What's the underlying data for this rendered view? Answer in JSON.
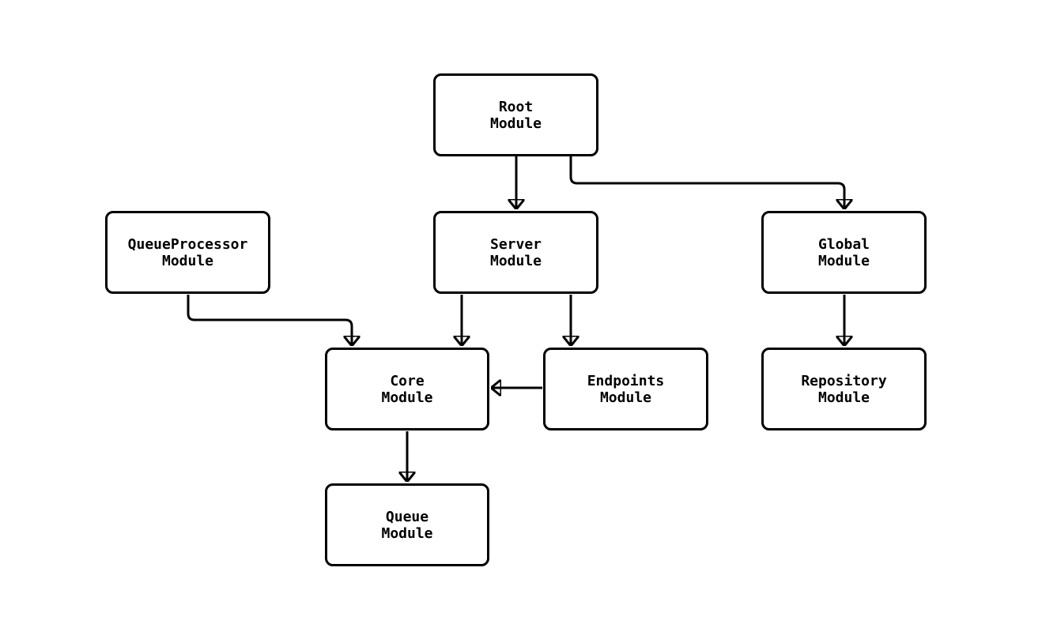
{
  "diagram": {
    "type": "module-dependency-flowchart",
    "colors": {
      "background": "#ffffff",
      "node_fill": "#ffffff",
      "node_border": "#000000",
      "edge_stroke": "#000000",
      "text": "#000000"
    },
    "nodes": {
      "root": {
        "label": "Root\nModule"
      },
      "queueProcessor": {
        "label": "QueueProcessor\nModule"
      },
      "server": {
        "label": "Server\nModule"
      },
      "global": {
        "label": "Global\nModule"
      },
      "core": {
        "label": "Core\nModule"
      },
      "endpoints": {
        "label": "Endpoints\nModule"
      },
      "repository": {
        "label": "Repository\nModule"
      },
      "queue": {
        "label": "Queue\nModule"
      }
    },
    "edges": [
      {
        "from": "root",
        "to": "server"
      },
      {
        "from": "root",
        "to": "global"
      },
      {
        "from": "queueProcessor",
        "to": "core"
      },
      {
        "from": "server",
        "to": "core"
      },
      {
        "from": "server",
        "to": "endpoints"
      },
      {
        "from": "endpoints",
        "to": "core"
      },
      {
        "from": "global",
        "to": "repository"
      },
      {
        "from": "core",
        "to": "queue"
      }
    ]
  }
}
